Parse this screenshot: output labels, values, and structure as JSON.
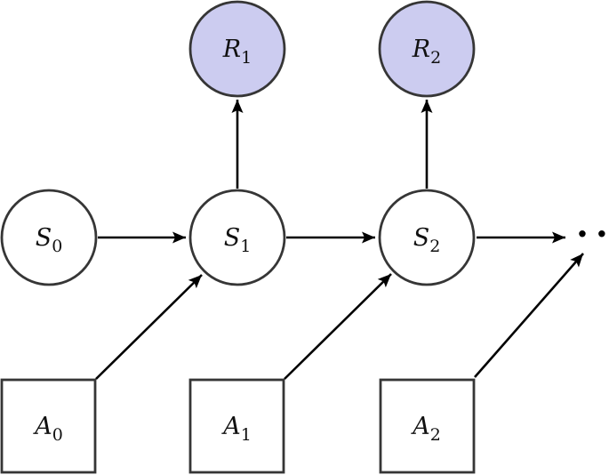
{
  "diagram": {
    "kind": "mdp-transition-diagram",
    "colors": {
      "background": "#ffffff",
      "node_stroke": "#363636",
      "arrow": "#000000",
      "reward_fill": "#ccccf0",
      "state_fill": "#ffffff",
      "action_fill": "#ffffff",
      "label": "#111111"
    },
    "nodes": {
      "r1": {
        "base": "R",
        "sub": "1"
      },
      "r2": {
        "base": "R",
        "sub": "2"
      },
      "s0": {
        "base": "S",
        "sub": "0"
      },
      "s1": {
        "base": "S",
        "sub": "1"
      },
      "s2": {
        "base": "S",
        "sub": "2"
      },
      "a0": {
        "base": "A",
        "sub": "0"
      },
      "a1": {
        "base": "A",
        "sub": "1"
      },
      "a2": {
        "base": "A",
        "sub": "2"
      }
    },
    "edges": [
      "S0->S1",
      "S1->S2",
      "S2->...",
      "S1->R1",
      "S2->R2",
      "A0->S1",
      "A1->S2",
      "A2->..."
    ],
    "ellipsis": "···"
  }
}
